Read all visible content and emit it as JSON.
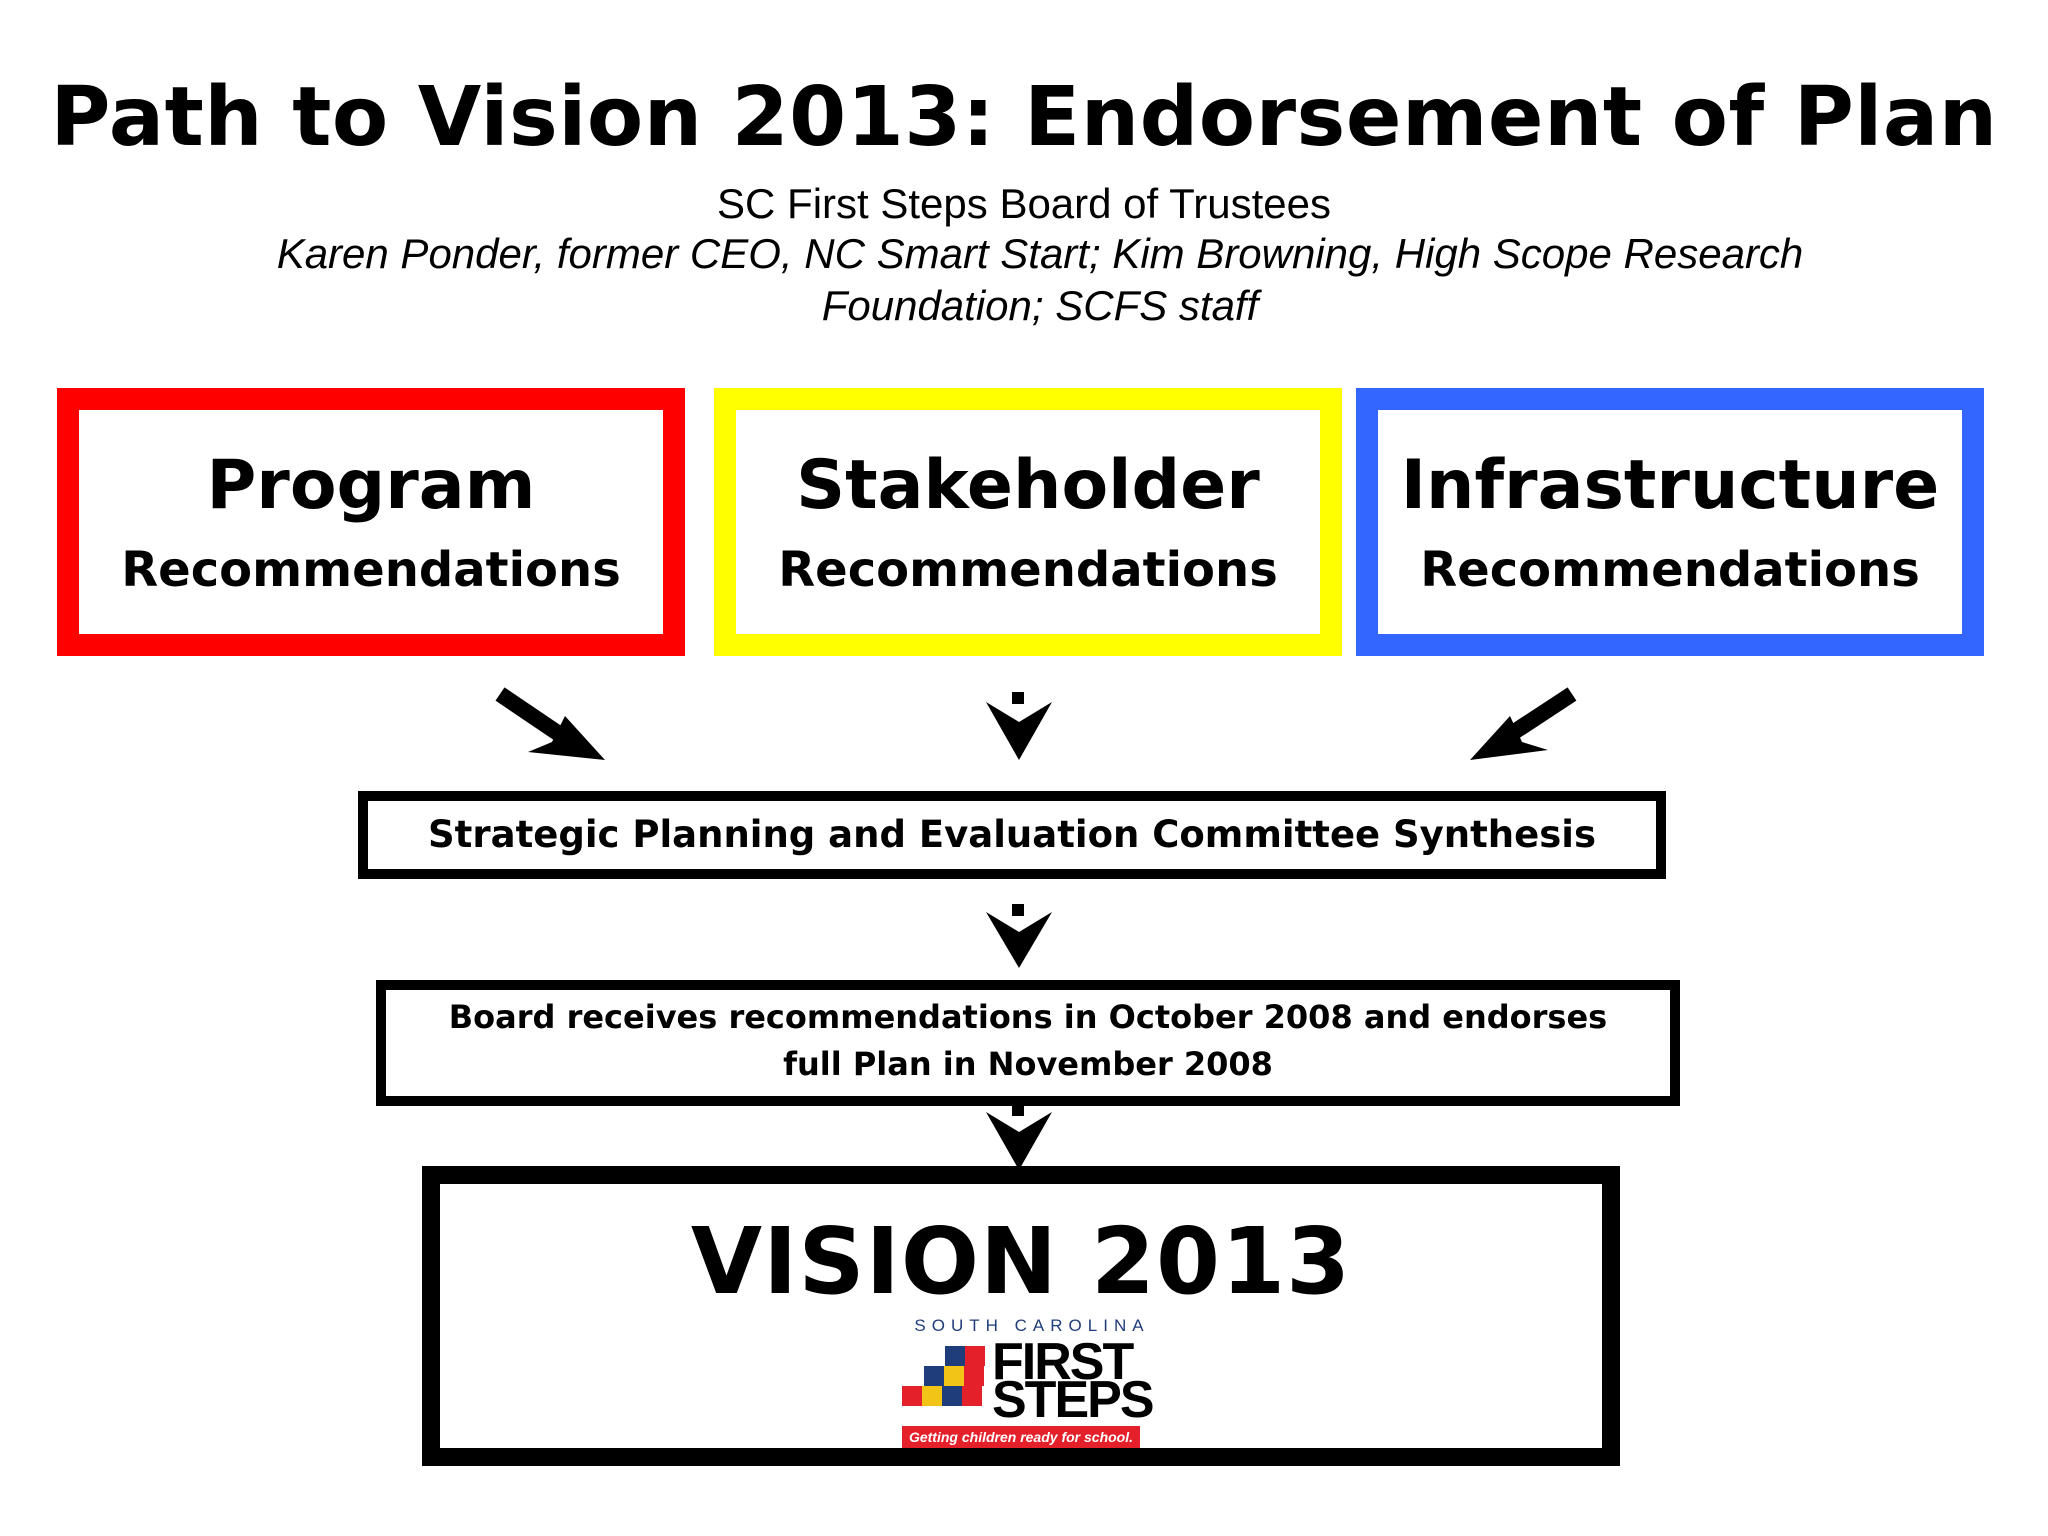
{
  "title": "Path to Vision 2013: Endorsement of Plan",
  "subtitle": "SC First Steps Board of Trustees",
  "credits_line1": "Karen Ponder, former CEO, NC Smart Start; Kim Browning, High Scope Research",
  "credits_line2": "Foundation; SCFS staff",
  "recommendations": [
    {
      "heading": "Program",
      "sub": "Recommendations",
      "color": "#ff0000"
    },
    {
      "heading": "Stakeholder",
      "sub": "Recommendations",
      "color": "#ffff00"
    },
    {
      "heading": "Infrastructure",
      "sub": "Recommendations",
      "color": "#3366ff"
    }
  ],
  "synthesis": "Strategic Planning and Evaluation Committee Synthesis",
  "board_line1": "Board receives recommendations in October 2008 and endorses",
  "board_line2": "full Plan in November 2008",
  "vision": {
    "title": "VISION 2013",
    "logo": {
      "top_text": "SOUTH CAROLINA",
      "word1": "FIRST",
      "word2": "STEPS",
      "tagline": "Getting children ready for school."
    }
  },
  "colors": {
    "red": "#ff0000",
    "yellow": "#ffff00",
    "blue": "#3366ff",
    "logo_navy": "#1f3d7a",
    "logo_red": "#e4202a",
    "logo_yellow": "#f2c418"
  }
}
